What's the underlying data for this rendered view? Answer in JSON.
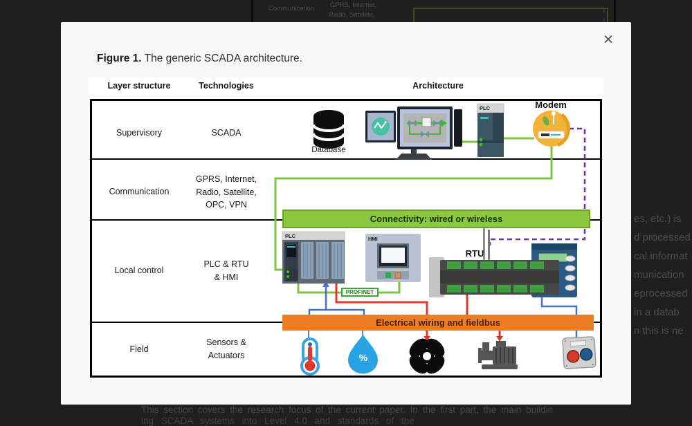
{
  "modal": {
    "close_icon": "×",
    "caption": {
      "label": "Figure 1.",
      "text": " The generic SCADA architecture."
    }
  },
  "figure": {
    "headers": [
      "Layer structure",
      "Technologies",
      "Architecture"
    ],
    "layers": [
      "Supervisory",
      "Communication",
      "Local control",
      "Field"
    ],
    "technologies": {
      "supervisory": "SCADA",
      "communication": [
        "GPRS, Internet,",
        "Radio, Satellite,",
        "OPC, VPN"
      ],
      "local_control": [
        "PLC & RTU",
        "& HMI"
      ],
      "field": [
        "Sensors &",
        "Actuators"
      ]
    },
    "device_labels": {
      "database": "Database",
      "plc_supervisory": "PLC",
      "modem": "Modem",
      "plc_local": "PLC",
      "hmi": "HMI",
      "rtu": "RTU",
      "profinet": "PROFINET",
      "humidity_symbol": "%"
    },
    "bars": {
      "connectivity": "Connectivity: wired or wireless",
      "fieldbus": "Electrical wiring and fieldbus"
    },
    "colors": {
      "green_line": "#7CC33F",
      "green_bar": "#8DC63F",
      "orange_bar": "#ED7D23",
      "red_line": "#E0392B",
      "blue_line": "#4472C4",
      "purple_dashed": "#7030A0",
      "modem_amber": "#F2B338"
    }
  },
  "background_page": {
    "top_fragment": {
      "layer": "Communication",
      "tech_line_1": "GPRS, Internet,",
      "tech_line_2": "Radio, Satellite,"
    },
    "right_text_lines": [
      "es, etc.) is",
      "d processed",
      "cal informat",
      "munication",
      "eprocessed",
      "in a datab",
      "n this is ne"
    ],
    "bottom_text_lines": [
      "This section covers the research focus of the current paper. In the first part, the main buildin",
      "ing SCADA systems into Level 4.0 and standards of the"
    ]
  }
}
